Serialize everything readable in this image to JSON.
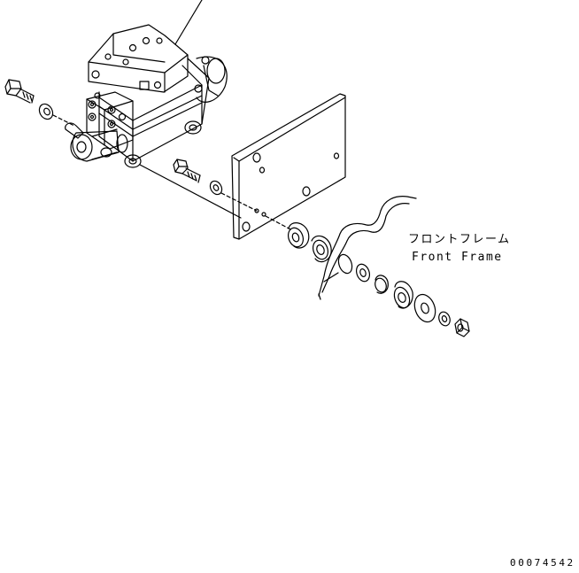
{
  "labels": {
    "part_name_jp": "フロントフレーム",
    "part_name_en": "Front Frame",
    "figure_code": "00074542"
  }
}
